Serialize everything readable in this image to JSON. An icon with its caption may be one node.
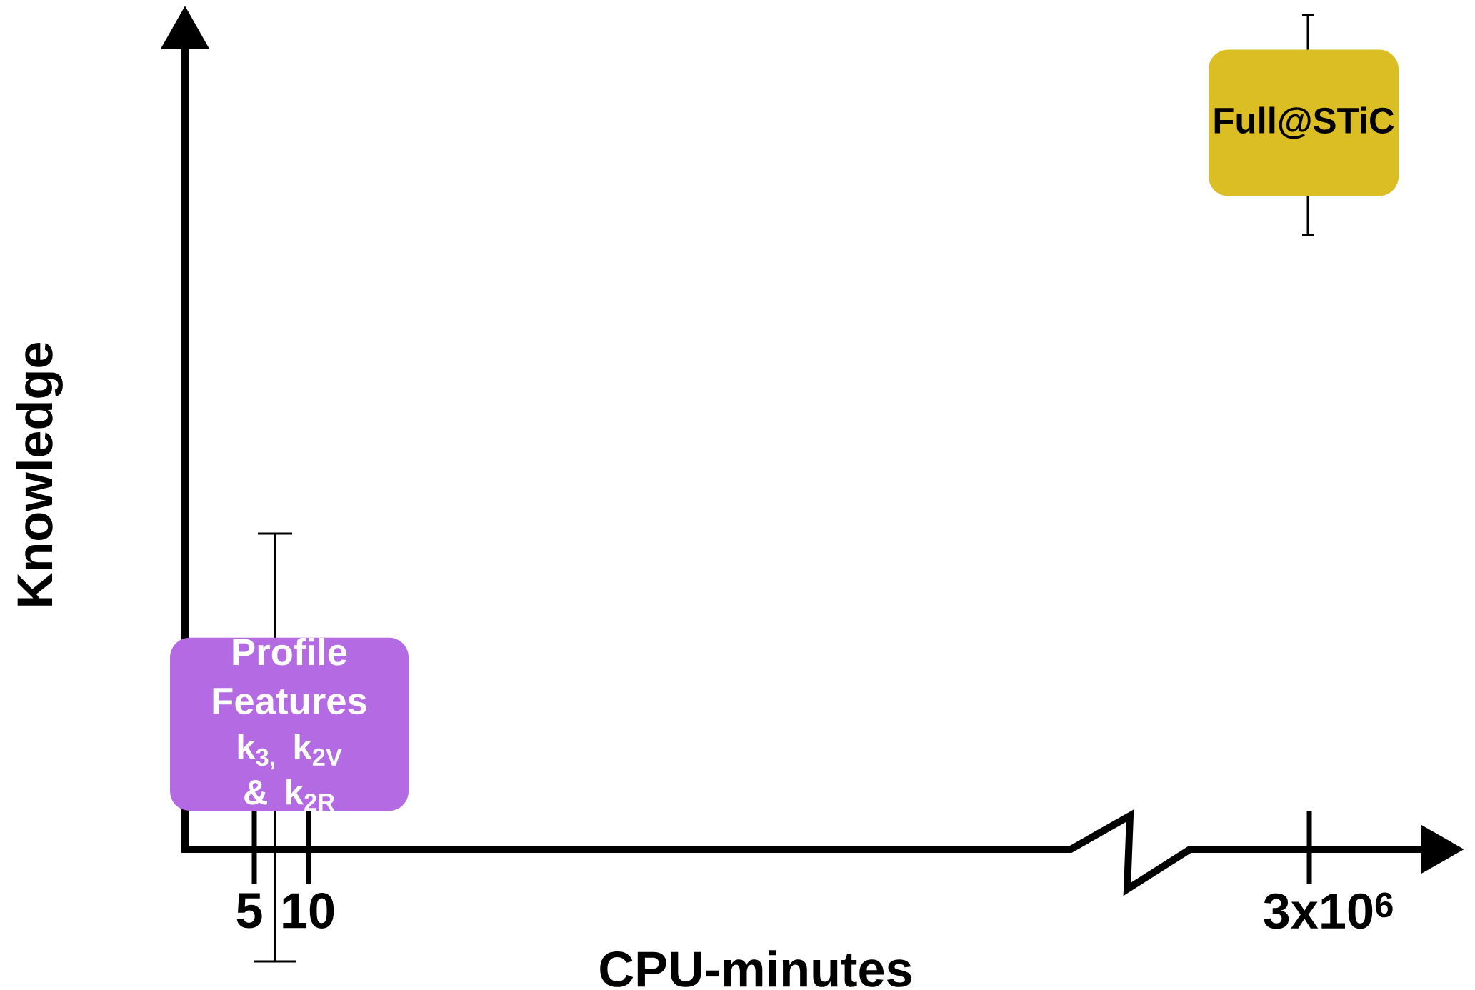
{
  "diagram": {
    "nodes": [
      {
        "text": [
          "Full@STiC"
        ]
      },
      {
        "text": [
          "Profile Features",
          "k$_{3,}$ k$_{2V}$ & k$_{2R}$"
        ]
      }
    ],
    "labels": [
      "Knowledge",
      "5",
      "10",
      "3x10$^{6}$",
      "CPU-minutes"
    ]
  }
}
